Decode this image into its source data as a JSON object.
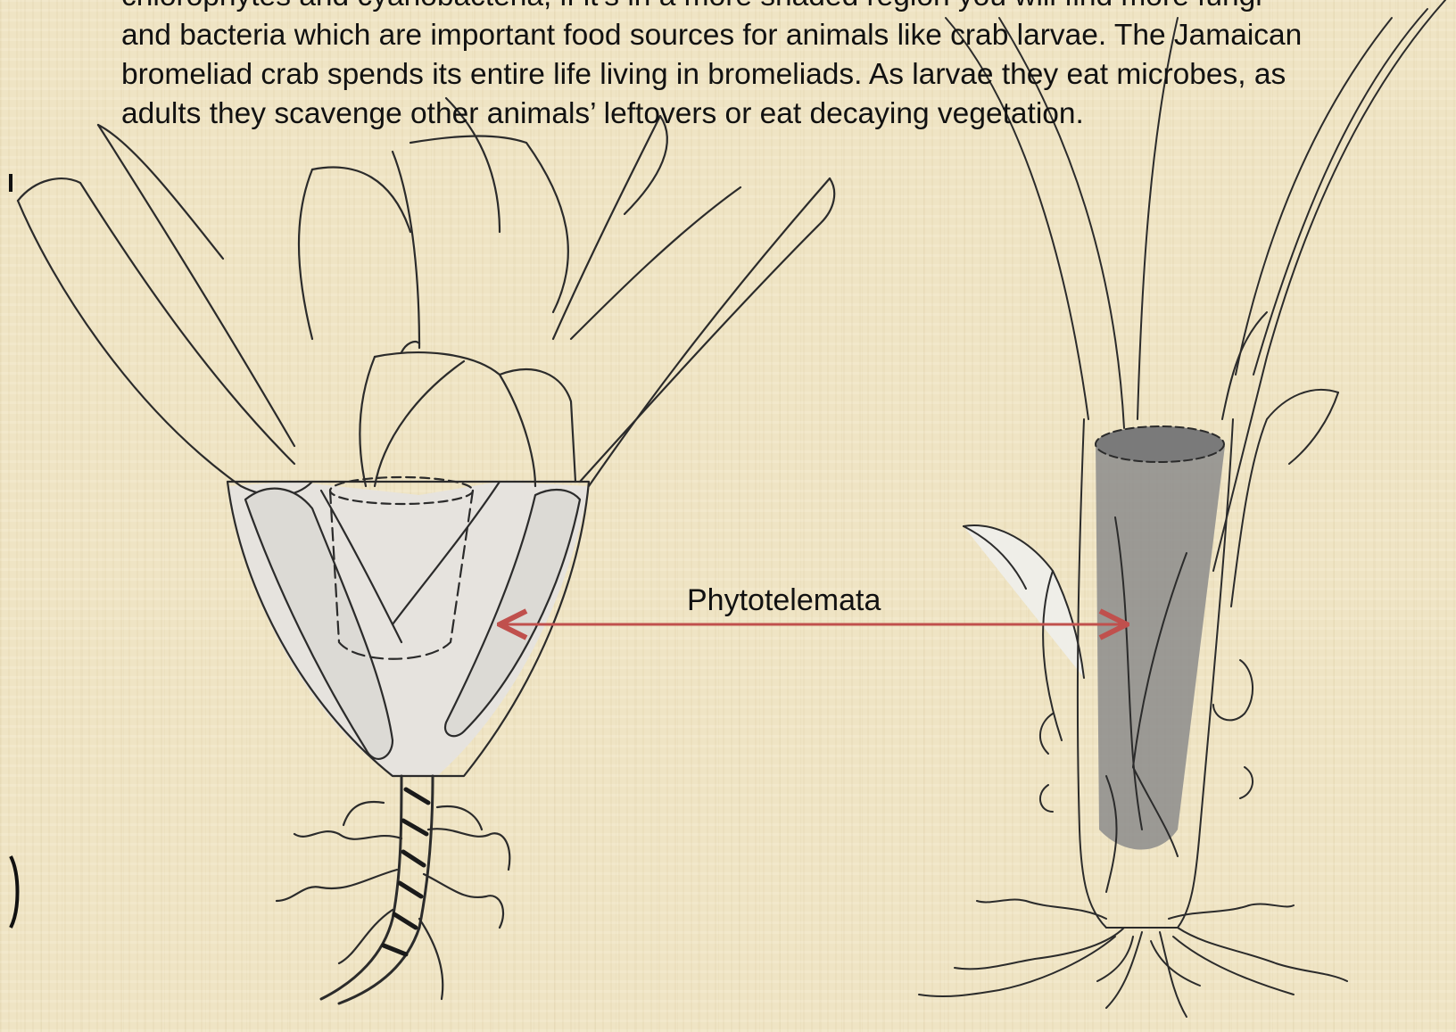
{
  "body_text": "chlorophytes and cyanobacteria, if it’s in a more shaded region you will find more fungi and bacteria which are important food sources for animals like crab larvae. The Jamaican bromeliad crab spends its entire life living in bromeliads. As larvae they eat microbes, as adults they scavenge other animals’ leftovers or eat decaying vegetation.",
  "diagram": {
    "label": "Phytotelemata",
    "arrow_color": "#c0504d",
    "background_color": "#efe4c4",
    "left_illustration": "bromeliad-with-leaf-axil-tanks",
    "right_illustration": "bromeliad-with-central-tank"
  }
}
